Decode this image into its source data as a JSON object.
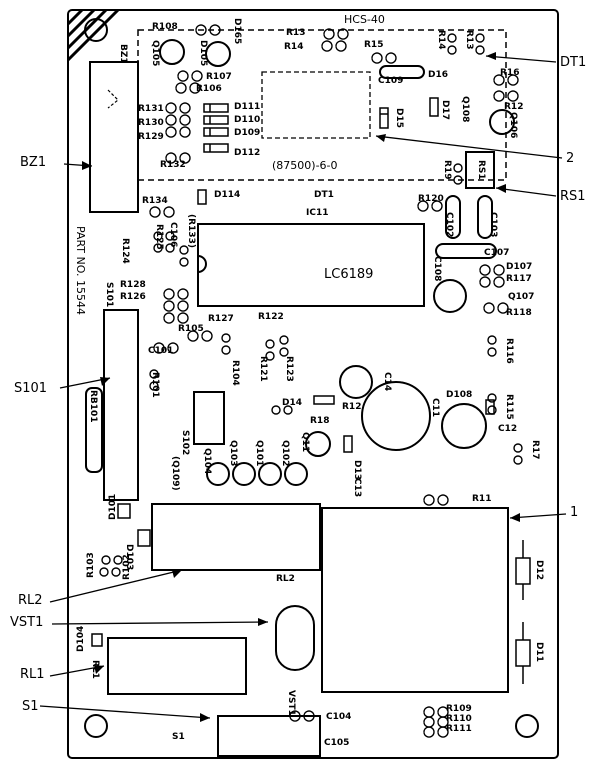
{
  "board": {
    "model": "HCS-40",
    "part_no": "PART NO. 15544",
    "ic_ref": "IC11",
    "ic_name": "LC6189",
    "code_text": "(87500)-6-0",
    "dt_inner": "DT1",
    "rl2_inner": "RL2",
    "rl1_inner": "RL1",
    "s1_inner": "S1",
    "vst1_inner": "VST1",
    "rs1_inner": "RS1",
    "bz1_inner": "BZ1",
    "s101_inner": "S101",
    "s102_inner": "S102",
    "q109_inner": "(Q109)"
  },
  "callouts": {
    "dt1": "DT1",
    "bz1": "BZ1",
    "two": "2",
    "rs1": "RS1",
    "s101": "S101",
    "one": "1",
    "rl2": "RL2",
    "vst1": "VST1",
    "rl1": "RL1",
    "s1": "S1"
  },
  "parts": {
    "R108": "R108",
    "D165": "D165",
    "Q105": "Q105",
    "D105": "D105",
    "R13": "R13",
    "R14": "R14",
    "R15": "R15",
    "R14b": "R14",
    "R13b": "R13",
    "R107": "R107",
    "R106": "R106",
    "C109": "C109",
    "D16": "D16",
    "R16": "R16",
    "Q108": "Q108",
    "D17": "D17",
    "R12t": "R12",
    "Q106": "Q106",
    "R131": "R131",
    "R130": "R130",
    "R129": "R129",
    "R132": "R132",
    "D111": "D111",
    "D110": "D110",
    "D109": "D109",
    "D112": "D112",
    "D15": "D15",
    "R19": "R19",
    "R134": "R134",
    "D114": "D114",
    "R133": "(R133)",
    "C106": "C106",
    "R125": "R125",
    "R124": "R124",
    "R120": "R120",
    "C102": "C102",
    "C103": "C103",
    "C107": "C107",
    "C108": "C108",
    "D107": "D107",
    "R117": "R117",
    "Q107": "Q107",
    "R118": "R118",
    "R128": "R128",
    "R126": "R126",
    "R127": "R127",
    "R105": "R105",
    "R122": "R122",
    "C101": "C101",
    "R121": "R121",
    "R123": "R123",
    "R104": "R104",
    "R116": "R116",
    "R101": "R101",
    "RB101": "RB101",
    "C14": "C14",
    "D14": "D14",
    "R12": "R12",
    "R18": "R18",
    "D108": "D108",
    "R115": "R115",
    "C11": "C11",
    "Q11": "Q11",
    "D13": "D13",
    "C13": "C13",
    "C12": "C12",
    "R17": "R17",
    "Q104": "Q104",
    "Q103": "Q103",
    "Q101": "Q101",
    "Q102": "Q102",
    "D101": "D101",
    "R11": "R11",
    "D103": "D103",
    "R103": "R103",
    "R102": "R102",
    "D12": "D12",
    "D11": "D11",
    "D104": "D104",
    "C104": "C104",
    "C105": "C105",
    "R109": "R109",
    "R110": "R110",
    "R111": "R111"
  }
}
